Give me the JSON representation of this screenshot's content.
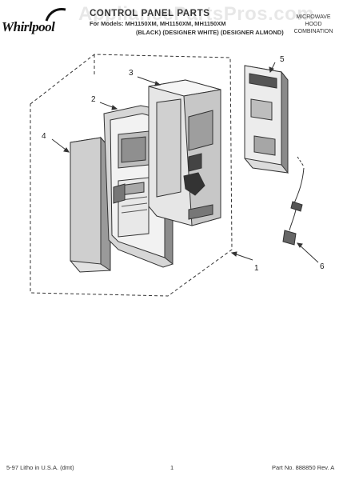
{
  "header": {
    "brand": "Whirlpool",
    "watermark": "AppliancePartsPros.com",
    "title": "CONTROL PANEL PARTS",
    "models_line1": "For Models: MH1150XM, MH1150XM, MH1150XM",
    "models_line2": "(BLACK) (DESIGNER WHITE) (DESIGNER ALMOND)",
    "category": [
      "MICROWAVE",
      "HOOD",
      "COMBINATION"
    ]
  },
  "callouts": {
    "c1": "1",
    "c2": "2",
    "c3": "3",
    "c4": "4",
    "c5": "5",
    "c6": "6"
  },
  "footer": {
    "litho": "5-97 Litho in U.S.A. (dmt)",
    "page": "1",
    "part_no": "Part No. 888850 Rev. A"
  },
  "colors": {
    "line": "#333333",
    "shade": "#dcdcdc",
    "dark": "#555555"
  }
}
